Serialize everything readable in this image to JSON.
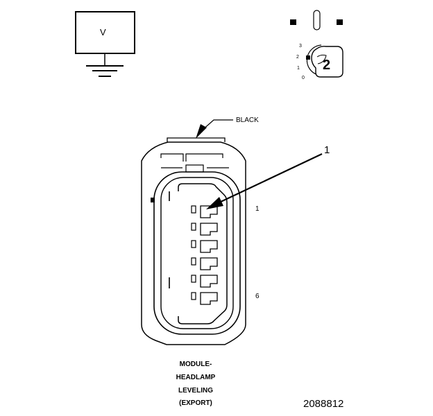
{
  "meter": {
    "unit_label": "V"
  },
  "ignition": {
    "positions": [
      "3",
      "2",
      "1",
      "0"
    ],
    "key_number": "2"
  },
  "connector": {
    "color_label": "BLACK",
    "callout_number": "1",
    "first_pin_label": "1",
    "last_pin_label": "6",
    "pin_count": 6
  },
  "caption": {
    "lines": [
      "MODULE-",
      "HEADLAMP",
      "LEVELING",
      "(EXPORT)"
    ]
  },
  "figure_number": "2088812",
  "colors": {
    "ink": "#000000",
    "background": "#ffffff"
  }
}
